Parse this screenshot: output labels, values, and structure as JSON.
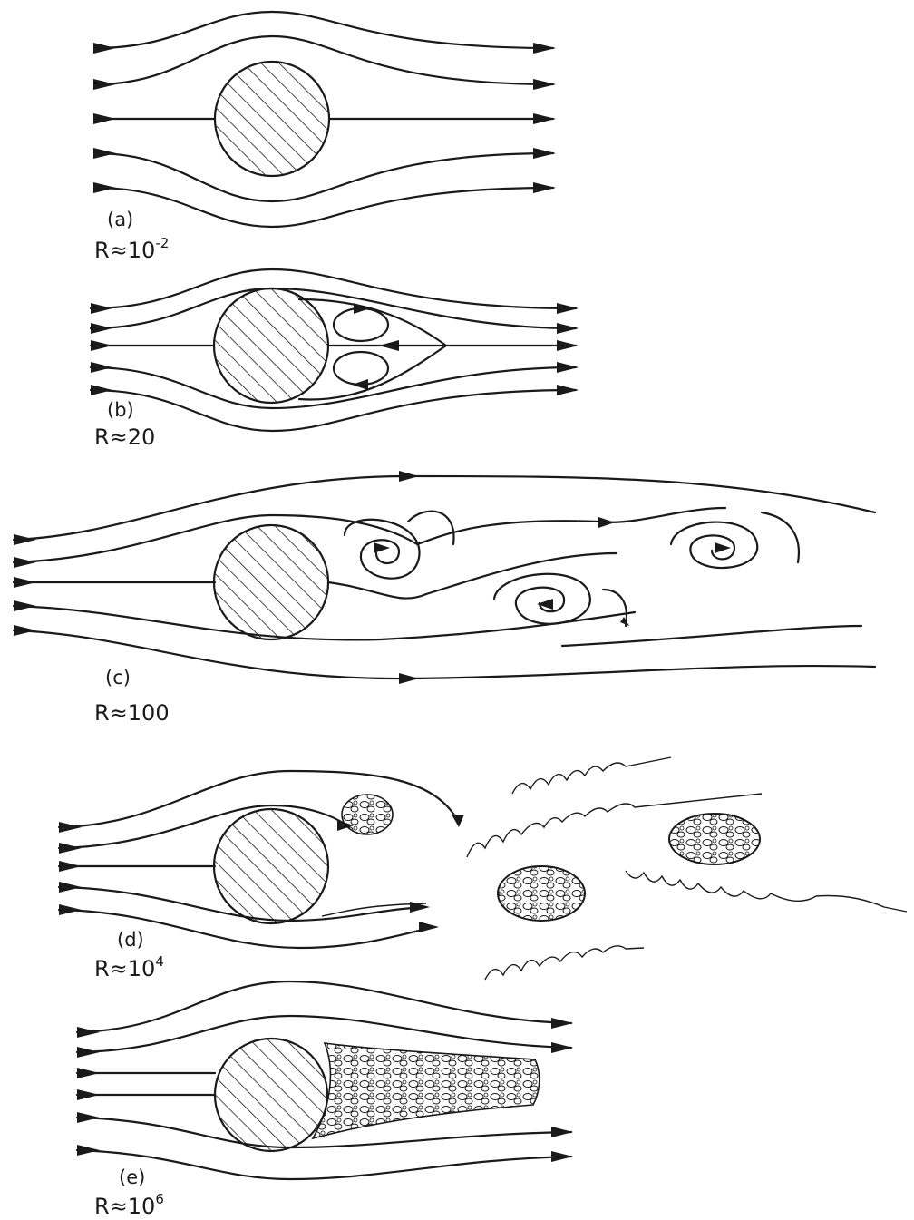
{
  "panels": [
    {
      "key": "a",
      "label": "(a)",
      "reynolds": "R≈10",
      "exponent": "-2"
    },
    {
      "key": "b",
      "label": "(b)",
      "reynolds": "R≈20",
      "exponent": ""
    },
    {
      "key": "c",
      "label": "(c)",
      "reynolds": "R≈100",
      "exponent": ""
    },
    {
      "key": "d",
      "label": "(d)",
      "reynolds": "R≈10",
      "exponent": "4"
    },
    {
      "key": "e",
      "label": "(e)",
      "reynolds": "R≈10",
      "exponent": "6"
    }
  ]
}
